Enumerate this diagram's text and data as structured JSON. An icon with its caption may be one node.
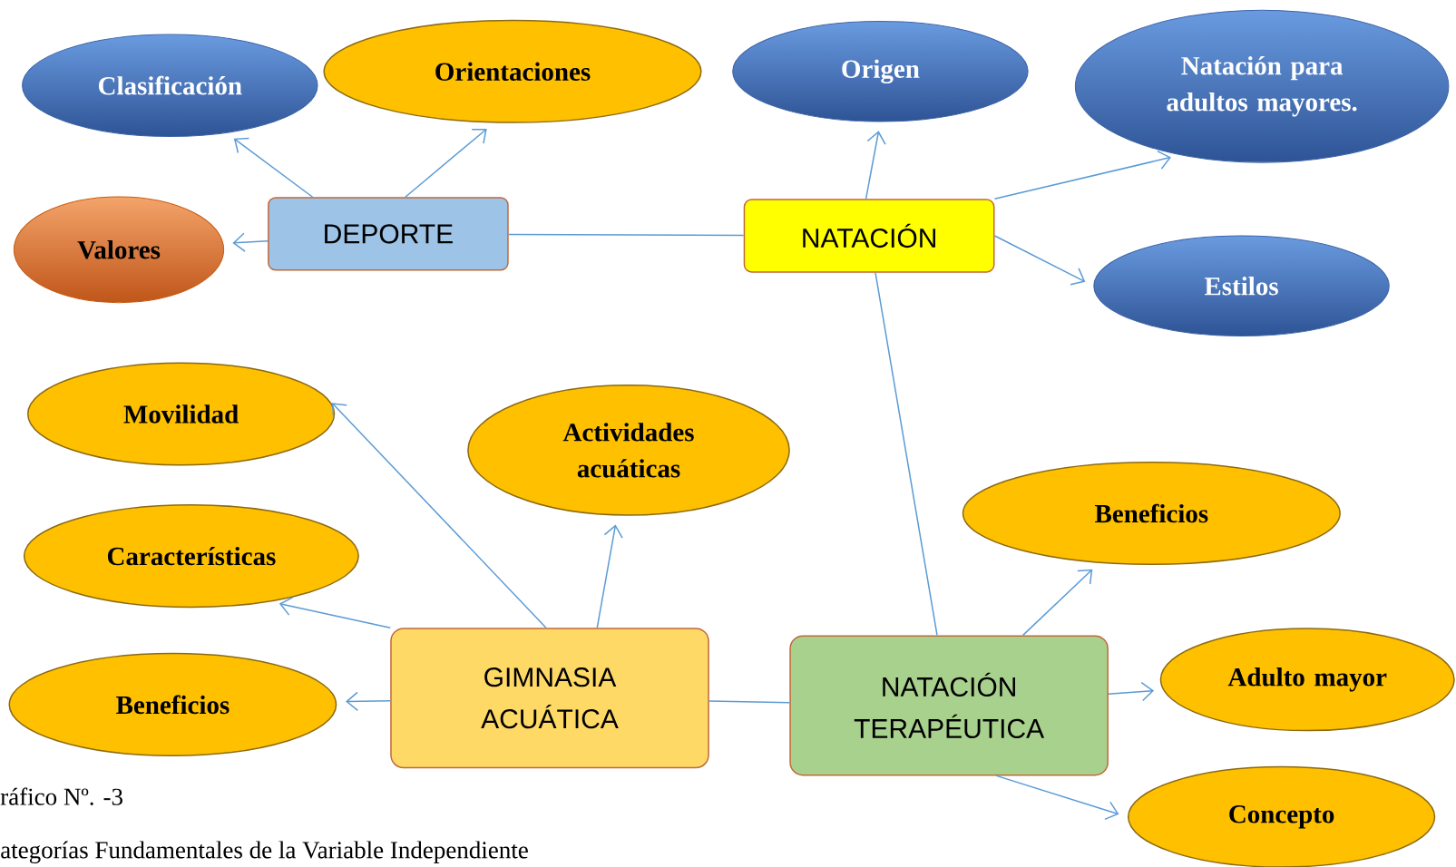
{
  "diagram": {
    "nodes": [
      {
        "text": [
          "DEPORTE"
        ]
      },
      {
        "text": [
          "NATACIÓN"
        ]
      },
      {
        "text": [
          "GIMNASIA ACUÁTICA"
        ]
      },
      {
        "text": [
          "NATACIÓN TERAPÉUTICA"
        ]
      },
      {
        "text": [
          "Clasificación"
        ]
      },
      {
        "text": [
          "Orientaciones"
        ]
      },
      {
        "text": [
          "Valores"
        ]
      },
      {
        "text": [
          "Origen"
        ]
      },
      {
        "text": [
          "Natación para adultos mayores."
        ]
      },
      {
        "text": [
          "Estilos"
        ]
      },
      {
        "text": [
          "Movilidad"
        ]
      },
      {
        "text": [
          "Actividades acuáticas"
        ]
      },
      {
        "text": [
          "Características"
        ]
      },
      {
        "text": [
          "Beneficios"
        ]
      },
      {
        "text": [
          "Beneficios"
        ]
      },
      {
        "text": [
          "Adulto mayor"
        ]
      },
      {
        "text": [
          "Concepto"
        ]
      }
    ],
    "edges": [
      {
        "from": 0,
        "to": 4,
        "arrow": "to"
      },
      {
        "from": 0,
        "to": 5,
        "arrow": "to"
      },
      {
        "from": 0,
        "to": 6,
        "arrow": "to"
      },
      {
        "from": 0,
        "to": 1,
        "arrow": "none"
      },
      {
        "from": 1,
        "to": 7,
        "arrow": "to"
      },
      {
        "from": 1,
        "to": 8,
        "arrow": "to"
      },
      {
        "from": 1,
        "to": 9,
        "arrow": "to"
      },
      {
        "from": 1,
        "to": 3,
        "arrow": "none"
      },
      {
        "from": 2,
        "to": 10,
        "arrow": "to"
      },
      {
        "from": 2,
        "to": 11,
        "arrow": "to"
      },
      {
        "from": 2,
        "to": 12,
        "arrow": "to"
      },
      {
        "from": 2,
        "to": 13,
        "arrow": "to"
      },
      {
        "from": 2,
        "to": 3,
        "arrow": "none"
      },
      {
        "from": 3,
        "to": 14,
        "arrow": "to"
      },
      {
        "from": 3,
        "to": 15,
        "arrow": "to"
      },
      {
        "from": 3,
        "to": 16,
        "arrow": "to"
      }
    ],
    "labels": [
      "ráfico Nº. -3",
      "ategorías Fundamentales de la Variable Independiente"
    ]
  }
}
